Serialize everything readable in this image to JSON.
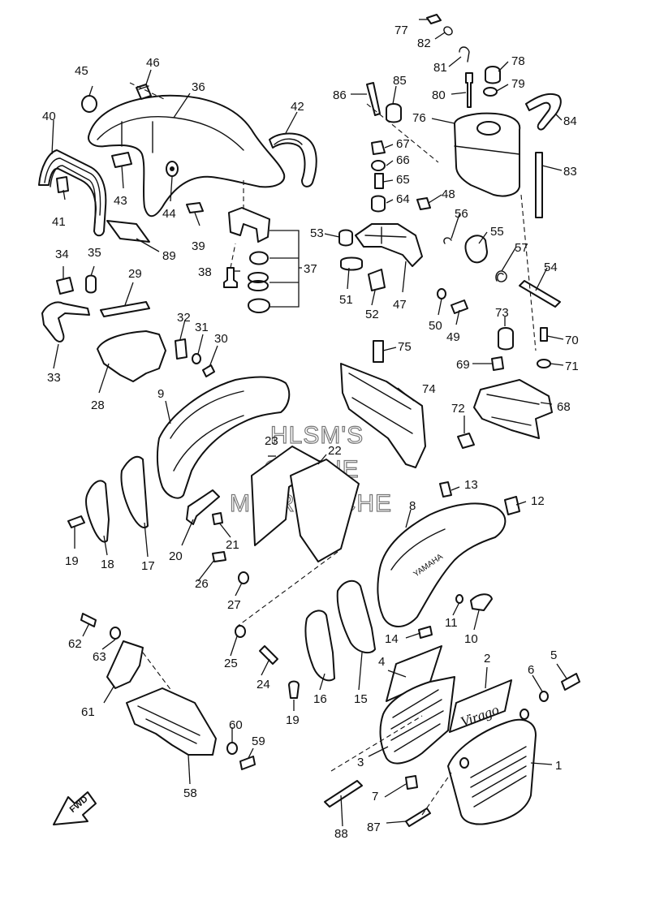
{
  "diagram": {
    "kind": "exploded parts diagram",
    "watermark": [
      "HLSM'S",
      "ONLINE",
      "MICROFICHE"
    ],
    "fwd_label": "FWD",
    "embossed_brand": "YAMAHA",
    "side_cover_logo": "Virago",
    "callouts": [
      {
        "id": "c1",
        "label": "1"
      },
      {
        "id": "c2",
        "label": "2"
      },
      {
        "id": "c3",
        "label": "3"
      },
      {
        "id": "c4",
        "label": "4"
      },
      {
        "id": "c5",
        "label": "5"
      },
      {
        "id": "c6",
        "label": "6"
      },
      {
        "id": "c7",
        "label": "7"
      },
      {
        "id": "c8",
        "label": "8"
      },
      {
        "id": "c9",
        "label": "9"
      },
      {
        "id": "c10",
        "label": "10"
      },
      {
        "id": "c11",
        "label": "11"
      },
      {
        "id": "c12",
        "label": "12"
      },
      {
        "id": "c13",
        "label": "13"
      },
      {
        "id": "c14",
        "label": "14"
      },
      {
        "id": "c15",
        "label": "15"
      },
      {
        "id": "c16",
        "label": "16"
      },
      {
        "id": "c17",
        "label": "17"
      },
      {
        "id": "c18",
        "label": "18"
      },
      {
        "id": "c19a",
        "label": "19"
      },
      {
        "id": "c19b",
        "label": "19"
      },
      {
        "id": "c20",
        "label": "20"
      },
      {
        "id": "c21",
        "label": "21"
      },
      {
        "id": "c22",
        "label": "22"
      },
      {
        "id": "c23",
        "label": "23"
      },
      {
        "id": "c24",
        "label": "24"
      },
      {
        "id": "c25",
        "label": "25"
      },
      {
        "id": "c26",
        "label": "26"
      },
      {
        "id": "c27",
        "label": "27"
      },
      {
        "id": "c28",
        "label": "28"
      },
      {
        "id": "c29",
        "label": "29"
      },
      {
        "id": "c30",
        "label": "30"
      },
      {
        "id": "c31",
        "label": "31"
      },
      {
        "id": "c32",
        "label": "32"
      },
      {
        "id": "c33",
        "label": "33"
      },
      {
        "id": "c34",
        "label": "34"
      },
      {
        "id": "c35",
        "label": "35"
      },
      {
        "id": "c36",
        "label": "36"
      },
      {
        "id": "c37",
        "label": "37"
      },
      {
        "id": "c38",
        "label": "38"
      },
      {
        "id": "c39",
        "label": "39"
      },
      {
        "id": "c40",
        "label": "40"
      },
      {
        "id": "c41",
        "label": "41"
      },
      {
        "id": "c42",
        "label": "42"
      },
      {
        "id": "c43",
        "label": "43"
      },
      {
        "id": "c44",
        "label": "44"
      },
      {
        "id": "c45",
        "label": "45"
      },
      {
        "id": "c46",
        "label": "46"
      },
      {
        "id": "c47",
        "label": "47"
      },
      {
        "id": "c48",
        "label": "48"
      },
      {
        "id": "c49",
        "label": "49"
      },
      {
        "id": "c50",
        "label": "50"
      },
      {
        "id": "c51",
        "label": "51"
      },
      {
        "id": "c52",
        "label": "52"
      },
      {
        "id": "c53",
        "label": "53"
      },
      {
        "id": "c54",
        "label": "54"
      },
      {
        "id": "c55",
        "label": "55"
      },
      {
        "id": "c56",
        "label": "56"
      },
      {
        "id": "c57",
        "label": "57"
      },
      {
        "id": "c58",
        "label": "58"
      },
      {
        "id": "c59",
        "label": "59"
      },
      {
        "id": "c60",
        "label": "60"
      },
      {
        "id": "c61",
        "label": "61"
      },
      {
        "id": "c62",
        "label": "62"
      },
      {
        "id": "c63",
        "label": "63"
      },
      {
        "id": "c64",
        "label": "64"
      },
      {
        "id": "c65",
        "label": "65"
      },
      {
        "id": "c66",
        "label": "66"
      },
      {
        "id": "c67",
        "label": "67"
      },
      {
        "id": "c68",
        "label": "68"
      },
      {
        "id": "c69",
        "label": "69"
      },
      {
        "id": "c70",
        "label": "70"
      },
      {
        "id": "c71",
        "label": "71"
      },
      {
        "id": "c72",
        "label": "72"
      },
      {
        "id": "c73",
        "label": "73"
      },
      {
        "id": "c74",
        "label": "74"
      },
      {
        "id": "c75",
        "label": "75"
      },
      {
        "id": "c76",
        "label": "76"
      },
      {
        "id": "c77",
        "label": "77"
      },
      {
        "id": "c78",
        "label": "78"
      },
      {
        "id": "c79",
        "label": "79"
      },
      {
        "id": "c80",
        "label": "80"
      },
      {
        "id": "c81",
        "label": "81"
      },
      {
        "id": "c82",
        "label": "82"
      },
      {
        "id": "c83",
        "label": "83"
      },
      {
        "id": "c84",
        "label": "84"
      },
      {
        "id": "c85",
        "label": "85"
      },
      {
        "id": "c86",
        "label": "86"
      },
      {
        "id": "c87",
        "label": "87"
      },
      {
        "id": "c88",
        "label": "88"
      },
      {
        "id": "c89",
        "label": "89"
      }
    ]
  }
}
